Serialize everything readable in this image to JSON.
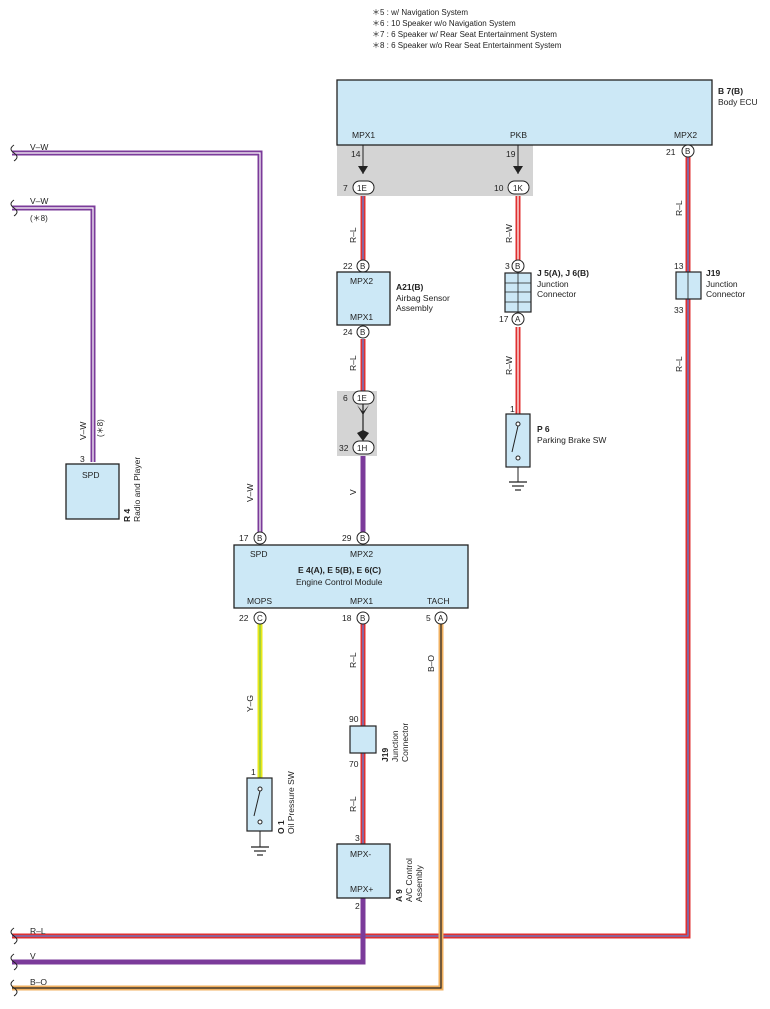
{
  "notes": [
    "＊5 : w/ Navigation System",
    "＊6 : 10 Speaker w/o Navigation System",
    "＊7 : 6 Speaker w/ Rear Seat Entertainment System",
    "＊8 : 6 Speaker w/o Rear Seat Entertainment System"
  ],
  "colors": {
    "box_fill": "#cce8f6",
    "shade": "#d4d4d4",
    "purple": "#7b3b9a",
    "red": "#e03030",
    "blue": "#5a7fd6",
    "yellow": "#e8e81a",
    "green": "#7cc24a",
    "orange": "#f0b060"
  },
  "components": {
    "body_ecu": {
      "id": "B 7(B)",
      "name": "Body ECU",
      "pins": {
        "mpx1": "MPX1",
        "pkb": "PKB",
        "mpx2": "MPX2"
      }
    },
    "airbag": {
      "id": "A21(B)",
      "name1": "Airbag Sensor",
      "name2": "Assembly",
      "top": "MPX2",
      "bottom": "MPX1"
    },
    "jj5": {
      "id": "J 5(A), J 6(B)",
      "name1": "Junction",
      "name2": "Connector"
    },
    "j19_top": {
      "id": "J19",
      "name1": "Junction",
      "name2": "Connector"
    },
    "parking": {
      "id": "P 6",
      "name": "Parking Brake SW"
    },
    "radio": {
      "id": "R 4",
      "name": "Radio and Player",
      "pin": "SPD"
    },
    "ecm": {
      "id": "E 4(A), E 5(B), E 6(C)",
      "name": "Engine Control Module",
      "pins": {
        "spd": "SPD",
        "mpx2": "MPX2",
        "mops": "MOPS",
        "mpx1": "MPX1",
        "tach": "TACH"
      }
    },
    "oil": {
      "id": "O 1",
      "name": "Oil Pressure SW"
    },
    "j19_bottom": {
      "id": "J19",
      "name1": "Junction",
      "name2": "Connector"
    },
    "ac": {
      "id": "A 9",
      "name1": "A/C Control",
      "name2": "Assembly",
      "top": "MPX-",
      "bottom": "MPX+"
    }
  },
  "connectors": {
    "c_1e_a": "1E",
    "c_1k": "1K",
    "c_1e_b": "1E",
    "c_1h": "1H",
    "pin_b": "B",
    "pin_a": "A",
    "pin_c": "C"
  },
  "pins": {
    "p14": "14",
    "p19": "19",
    "p21": "21",
    "p7": "7",
    "p10": "10",
    "p22a": "22",
    "p24": "24",
    "p3a": "3",
    "p17a": "17",
    "p13": "13",
    "p33": "33",
    "p1a": "1",
    "p6": "6",
    "p32": "32",
    "p3b": "3",
    "p17b": "17",
    "p29": "29",
    "p22b": "22",
    "p18": "18",
    "p5": "5",
    "p90": "90",
    "p70": "70",
    "p1b": "1",
    "p3c": "3",
    "p2": "2"
  },
  "wires": {
    "vw": "V–W",
    "vw_note": "(＊8)",
    "rl": "R–L",
    "rw": "R–W",
    "v": "V",
    "yg": "Y–G",
    "bo": "B–O"
  }
}
